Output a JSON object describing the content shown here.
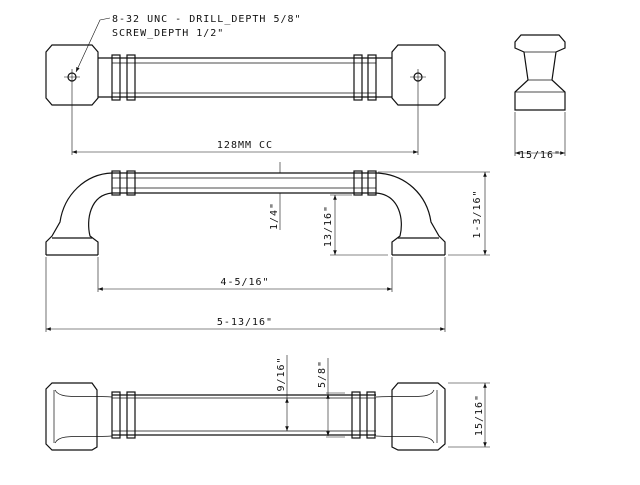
{
  "top_view": {
    "note_line1": "8-32 UNC - DRILL_DEPTH 5/8\"",
    "note_line2": "SCREW_DEPTH 1/2\"",
    "center_dim": "128MM CC"
  },
  "side_view": {
    "width_dim": "15/16\""
  },
  "front_view": {
    "bar_thickness_dim": "1/4\"",
    "clearance_dim": "13/16\"",
    "height_dim": "1-3/16\"",
    "inner_length_dim": "4-5/16\"",
    "overall_length_dim": "5-13/16\""
  },
  "bottom_view": {
    "bar_width_dim": "9/16\"",
    "ring_width_dim": "5/8\"",
    "base_width_dim": "15/16\""
  }
}
